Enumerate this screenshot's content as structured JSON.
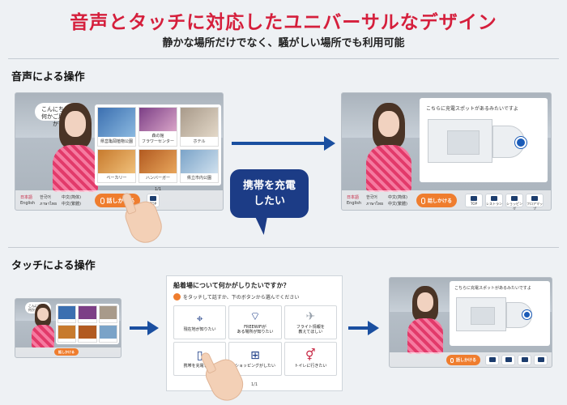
{
  "header": {
    "title": "音声とタッチに対応したユニバーサルなデザイン",
    "subtitle": "静かな場所だけでなく、騒がしい場所でも利用可能"
  },
  "voice_section": {
    "label": "音声による操作",
    "kiosk_left": {
      "bubble": "こんにちは！\n何かご用ですか？",
      "cards": [
        {
          "label": "県営亀岡植物公園"
        },
        {
          "label": "森の館\nフラワーセンター"
        },
        {
          "label": "ホテル"
        },
        {
          "label": "ベーカリー"
        },
        {
          "label": "ハンバーガー"
        },
        {
          "label": "県立市内公園"
        }
      ],
      "page": "1/1",
      "speak_button": "話しかける",
      "top_button": "TOP",
      "languages": [
        "日本語",
        "한국어",
        "中文(简体)",
        "English",
        "ภาษาไทย",
        "中文(繁體)"
      ]
    },
    "callout": "携帯を充電\nしたい",
    "kiosk_right": {
      "map_caption": "こちらに充電スポットがあるみたいですよ",
      "speak_button": "話しかける",
      "nav": [
        "TOP",
        "レストラン",
        "ショッピング",
        "フロアマップ"
      ],
      "languages": [
        "日本語",
        "한국어",
        "中文(简体)",
        "English",
        "ภาษาไทย",
        "中文(繁體)"
      ]
    }
  },
  "touch_section": {
    "label": "タッチによる操作",
    "menu": {
      "question": "船着場について何かがしりたいですか？",
      "hint": "をタッチして話すか、下のボタンから選んでください",
      "items": [
        {
          "icon": "map-icon",
          "glyph": "⌖",
          "label": "現在地が知りたい"
        },
        {
          "icon": "wifi-icon",
          "glyph": "⌔",
          "label": "FREEWiFiが\nある場所が知りたい"
        },
        {
          "icon": "airplane-icon",
          "glyph": "✈",
          "label": "フライト情報を\n教えてほしい"
        },
        {
          "icon": "phone-charge-icon",
          "glyph": "▯",
          "label": "携帯を充電したい"
        },
        {
          "icon": "cart-icon",
          "glyph": "⊞",
          "label": "ショッピングがしたい"
        },
        {
          "icon": "restroom-icon",
          "glyph": "⚥",
          "label": "トイレに行きたい"
        }
      ],
      "page": "1/1"
    },
    "kiosk_small": {
      "bubble": "こんにちは！\n何かご用ですか？",
      "speak_button": "話しかける"
    },
    "kiosk_result": {
      "map_caption": "こちらに充電スポットがあるみたいですよ",
      "speak_button": "話しかける"
    }
  },
  "colors": {
    "title_red": "#d51f3c",
    "navy": "#1c3c86",
    "arrow_blue": "#1a4fa0",
    "speak_orange": "#ef7d2e"
  }
}
